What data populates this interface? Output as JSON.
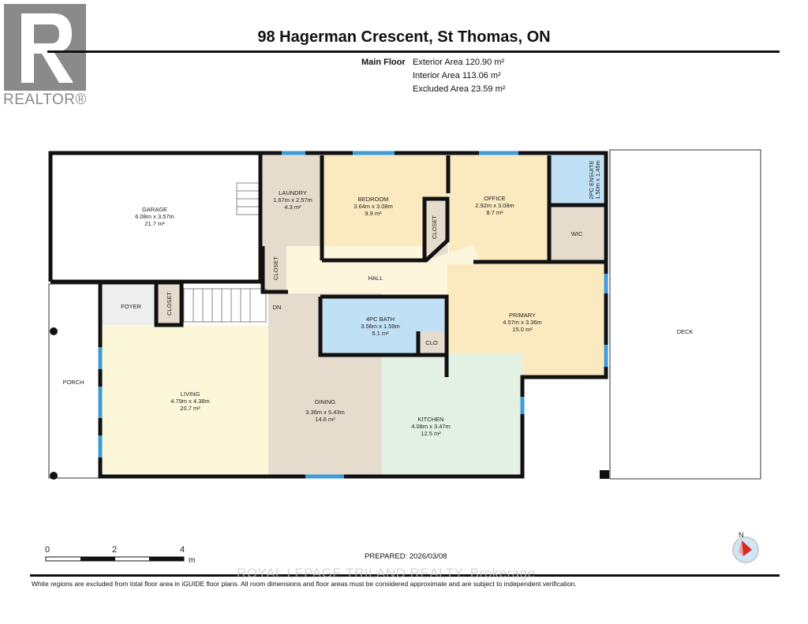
{
  "title": "98 Hagerman Crescent, St Thomas, ON",
  "logo": {
    "text": "REALTOR®"
  },
  "floor": {
    "name": "Main Floor",
    "exterior": "Exterior Area 120.90 m²",
    "interior": "Interior Area 113.06 m²",
    "excluded": "Excluded Area 23.59 m²"
  },
  "rooms": {
    "garage": {
      "name": "GARAGE",
      "dims": "6.08m x 3.57m",
      "area": "21.7 m²"
    },
    "laundry": {
      "name": "LAUNDRY",
      "dims": "1.67m x 2.57m",
      "area": "4.3 m²"
    },
    "bedroom": {
      "name": "BEDROOM",
      "dims": "3.64m x 3.08m",
      "area": "9.9 m²"
    },
    "office": {
      "name": "OFFICE",
      "dims": "2.92m x 3.08m",
      "area": "8.7 m²"
    },
    "ensuite": {
      "name": "2PC ENSUITE",
      "dims": "1.50m x 1.45m"
    },
    "wic": {
      "name": "WIC"
    },
    "closet1": {
      "name": "CLOSET"
    },
    "closet2": {
      "name": "CLOSET"
    },
    "closet3": {
      "name": "CLOSET"
    },
    "hall": {
      "name": "HALL"
    },
    "foyer": {
      "name": "FOYER"
    },
    "dn": {
      "name": "DN"
    },
    "bath": {
      "name": "4PC BATH",
      "dims": "3.56m x 1.59m",
      "area": "5.1 m²"
    },
    "clo": {
      "name": "CLO"
    },
    "primary": {
      "name": "PRIMARY",
      "dims": "4.57m x 3.36m",
      "area": "15.0 m²"
    },
    "living": {
      "name": "LIVING",
      "dims": "4.79m x 4.38m",
      "area": "20.7 m²"
    },
    "dining": {
      "name": "DINING",
      "dims": "3.36m x 5.43m",
      "area": "14.6 m²"
    },
    "kitchen": {
      "name": "KITCHEN",
      "dims": "4.08m x 3.47m",
      "area": "12.5 m²"
    },
    "porch": {
      "name": "PORCH"
    },
    "deck": {
      "name": "DECK"
    }
  },
  "scale": {
    "ticks": [
      "0",
      "2",
      "4"
    ],
    "unit": "m"
  },
  "compass": {
    "label": "N",
    "icon": "north-arrow-icon"
  },
  "prepared": "PREPARED: 2026/03/08",
  "watermark": "ROYAL LEPAGE TRILAND REALTY, Brokerage",
  "disclaimer": "White regions are excluded from total floor area in iGUIDE floor plans. All room dimensions and floor areas must be considered approximate and are subject to independent verification.",
  "colors": {
    "wall": "#111111",
    "window": "#3d9bd6",
    "bedroom": "#fbe9c0",
    "bath": "#bfe0f5",
    "utility": "#e6dccd",
    "hall": "#fdf5dc",
    "living": "#fdf7d9",
    "kitchen": "#e2f1e4"
  }
}
